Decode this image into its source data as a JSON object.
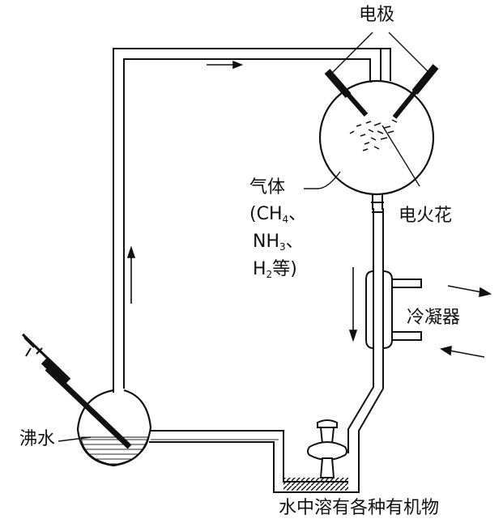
{
  "labels": {
    "electrode": "电极",
    "gas_title": "气体",
    "gas_line1_a": "(CH",
    "gas_line1_sub": "4",
    "gas_line1_b": "、",
    "gas_line2_a": "NH",
    "gas_line2_sub": "3",
    "gas_line2_b": "、",
    "gas_line3_a": "H",
    "gas_line3_sub": "2",
    "gas_line3_b": "等)",
    "spark": "电火花",
    "condenser": "冷凝器",
    "boiling_water": "沸水",
    "organic": "水中溶有各种有机物"
  }
}
